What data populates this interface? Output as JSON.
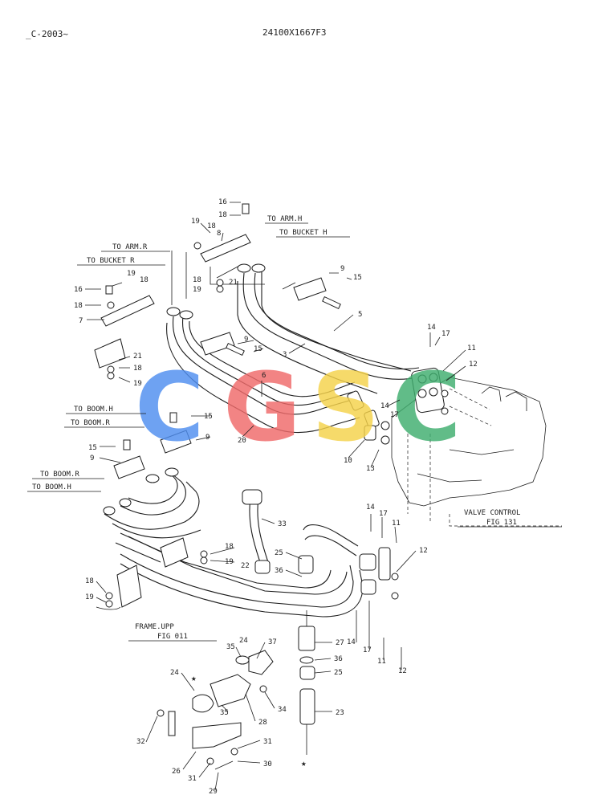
{
  "header": {
    "left": "_C-2003~",
    "right": "24100X1667F3"
  },
  "watermark": {
    "letters": [
      {
        "char": "C",
        "color": "#4f8ef0"
      },
      {
        "char": "G",
        "color": "#f06a6a"
      },
      {
        "char": "S",
        "color": "#f5d24a"
      },
      {
        "char": "C",
        "color": "#3fae6e"
      }
    ]
  },
  "labels": {
    "to_arm_h": "TO ARM.H",
    "to_bucket_h": "TO BUCKET H",
    "to_arm_r": "TO ARM.R",
    "to_bucket_r": "TO BUCKET R",
    "to_boom_h_1": "TO BOOM.H",
    "to_boom_r_1": "TO BOOM.R",
    "to_boom_r_2": "TO BOOM.R",
    "to_boom_h_2": "TO BOOM.H",
    "valve_control": "VALVE CONTROL",
    "valve_fig": "FIG 131",
    "frame_upp": "FRAME.UPP",
    "frame_fig": "FIG 011"
  },
  "callouts": {
    "c16a": "16",
    "c18a": "18",
    "c19a": "19",
    "c18b": "18",
    "c8": "8",
    "c21a": "21",
    "c18c": "18",
    "c19b": "19",
    "c9a": "9",
    "c15a": "15",
    "c16b": "16",
    "c18d": "18",
    "c19c": "19",
    "c18e": "18",
    "c7": "7",
    "c21b": "21",
    "c18f": "18",
    "c19d": "19",
    "c9b": "9",
    "c15b": "15",
    "c5": "5",
    "c3": "3",
    "c14a": "14",
    "c17a": "17",
    "c11a": "11",
    "c12a": "12",
    "c6": "6",
    "c20": "20",
    "c14b": "14",
    "c17b": "17",
    "c10": "10",
    "c13": "13",
    "c15c": "15",
    "c9c": "9",
    "c15d": "15",
    "c9d": "9",
    "c33": "33",
    "c14c": "14",
    "c17c": "17",
    "c11b": "11",
    "c12b": "12",
    "c18g": "18",
    "c19e": "19",
    "c25a": "25",
    "c36a": "36",
    "c22": "22",
    "c14d": "14",
    "c17d": "17",
    "c18h": "18",
    "c19f": "19",
    "c27": "27",
    "c11c": "11",
    "c12c": "12",
    "c24a": "24",
    "c35a": "35",
    "c37": "37",
    "c36b": "36",
    "c25b": "25",
    "c24b": "24",
    "c35b": "35",
    "c28": "28",
    "c34": "34",
    "c23": "23",
    "c32": "32",
    "c31a": "31",
    "c26": "26",
    "c31b": "31",
    "c30": "30",
    "c29": "29"
  },
  "stars": {
    "star_a": "★",
    "star_b": "★"
  }
}
